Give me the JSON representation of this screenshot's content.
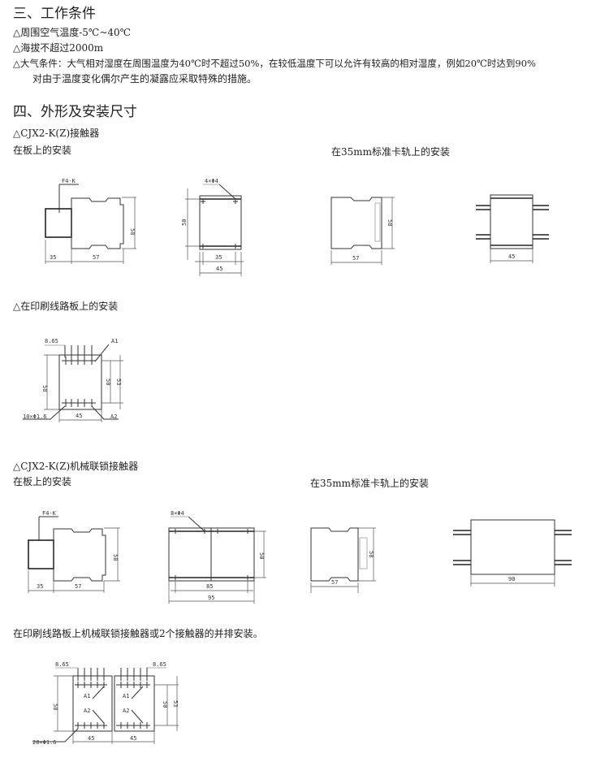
{
  "section3": {
    "title": "三、工作条件",
    "items": [
      "△周围空气温度-5℃~40℃",
      "△海拔不超过2000m",
      "△大气条件：大气相对湿度在周围温度为40℃时不超过50%，在较低温度下可以允许有较高的相对湿度，例如20℃时达到90%",
      "对由于温度变化偶尔产生的凝露应采取特殊的措施。"
    ]
  },
  "section4": {
    "title": "四、外形及安装尺寸",
    "part1": {
      "title": "△CJX2-K(Z)接触器",
      "board_label": "在板上的安装",
      "rail_label": "在35mm标准卡轨上的安装",
      "pcb_label": "△在印刷线路板上的安装",
      "side": {
        "module": "F4-K",
        "d1": "35",
        "d2": "57",
        "h": "58"
      },
      "holes": {
        "label": "4×Φ4",
        "h": "50",
        "w1": "35",
        "w2": "45"
      },
      "rail_side": {
        "w": "57",
        "h": "58"
      },
      "rail_front": {
        "w": "45"
      },
      "pcb": {
        "pitch": "8.65",
        "a1": "A1",
        "a2": "A2",
        "h": "58",
        "h2": "50",
        "h3": "53",
        "holes": "10×Φ1.6",
        "w": "45"
      }
    },
    "part2": {
      "title": "△CJX2-K(Z)机械联锁接触器",
      "board_label": "在板上的安装",
      "rail_label": "在35mm标准卡轨上的安装",
      "pcb_label": "在印刷线路板上机械联锁接触器或2个接触器的并排安装。",
      "side": {
        "module": "F4-K",
        "d1": "35",
        "d2": "57",
        "h": "58"
      },
      "holes": {
        "label": "8×Φ4",
        "h": "50",
        "w1": "85",
        "w2": "95"
      },
      "rail_side": {
        "w": "57",
        "h": "58"
      },
      "rail_front": {
        "w": "90"
      },
      "pcb": {
        "pitch_l": "8.65",
        "pitch_r": "8.65",
        "a1": "A1",
        "a2": "A2",
        "h": "58",
        "h2": "50",
        "h3": "53",
        "holes": "20×Φ1.6",
        "w1": "45",
        "w2": "45"
      }
    }
  }
}
